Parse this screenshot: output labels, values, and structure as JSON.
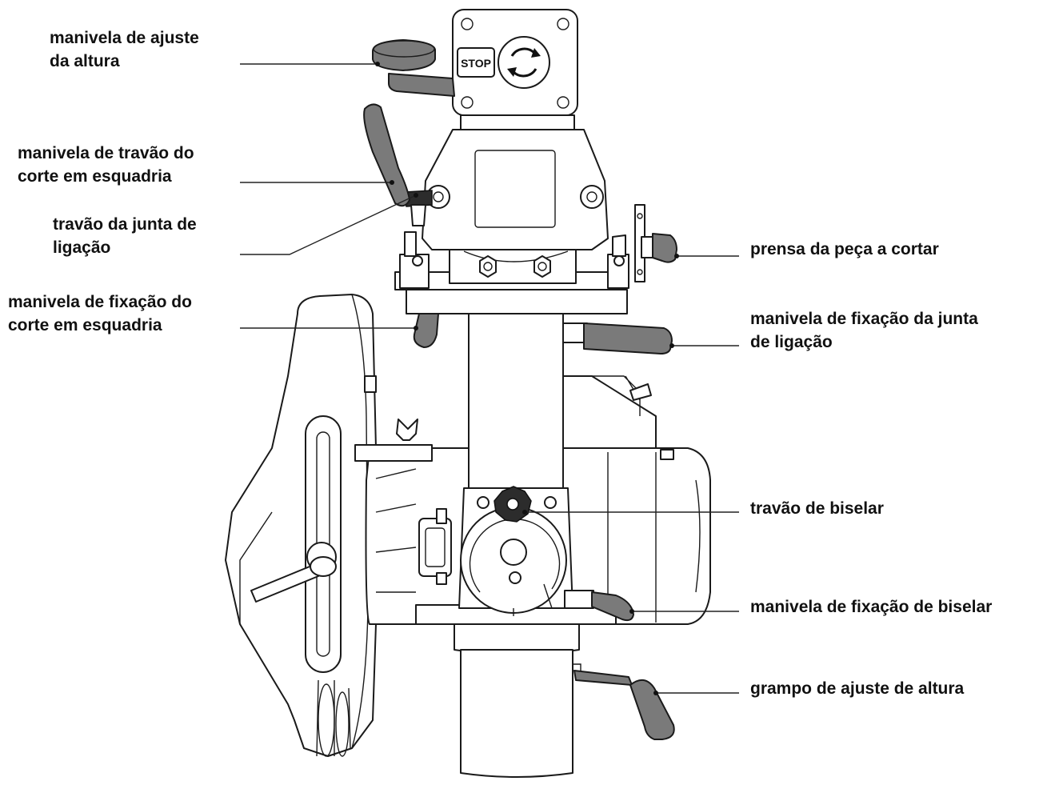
{
  "labels": {
    "height_crank": [
      "manivela de ajuste",
      "da altura"
    ],
    "miter_lock_handle": [
      "manivela de travão do",
      "corte em esquadria"
    ],
    "joint_lock": [
      "travão da junta de",
      "ligação"
    ],
    "miter_clamp_handle": [
      "manivela de fixação do",
      "corte em esquadria"
    ],
    "workpiece_clamp": [
      "prensa da peça a cortar"
    ],
    "joint_clamp_handle": [
      "manivela de fixação da junta",
      "de ligação"
    ],
    "bevel_lock": [
      "travão de biselar"
    ],
    "bevel_clamp_handle": [
      "manivela de fixação de biselar"
    ],
    "height_clamp": [
      "grampo de ajuste de altura"
    ]
  },
  "switch": {
    "stop_label": "STOP"
  },
  "colors": {
    "handle_gray": "#7a7a7a",
    "line": "#1a1a1a",
    "text": "#111111"
  }
}
